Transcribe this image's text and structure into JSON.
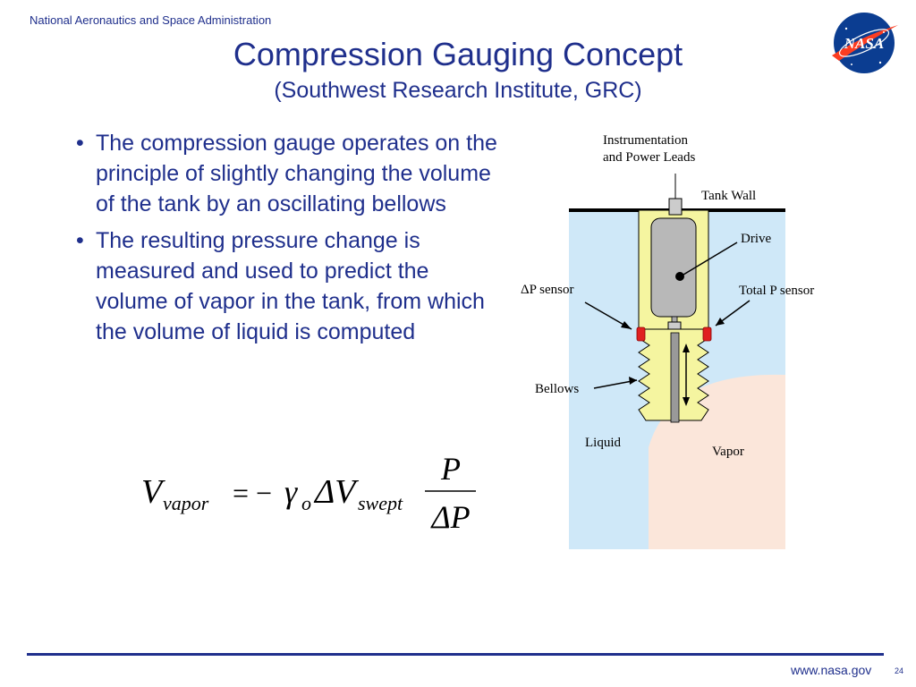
{
  "header": {
    "organization": "National Aeronautics and Space Administration",
    "logo_text": "NASA",
    "title": "Compression Gauging Concept",
    "subtitle": "(Southwest Research Institute, GRC)"
  },
  "bullets": [
    "The compression gauge operates on the principle of slightly changing the volume of the tank by an oscillating bellows",
    "The resulting pressure change is measured and used to predict the volume of vapor in the tank, from which the volume of liquid is computed"
  ],
  "bullet_symbol": "•",
  "equation": {
    "lhs_symbol": "V",
    "lhs_subscript": "vapor",
    "equals": "= −",
    "gamma": "γ",
    "gamma_subscript": "o",
    "delta_v": "ΔV",
    "delta_v_subscript": "swept",
    "numerator": "P",
    "denominator": "ΔP"
  },
  "diagram": {
    "labels": {
      "instrumentation_line1": "Instrumentation",
      "instrumentation_line2": "and Power Leads",
      "tank_wall": "Tank Wall",
      "drive": "Drive",
      "dp_sensor": "ΔP sensor",
      "total_p_sensor": "Total P sensor",
      "bellows": "Bellows",
      "liquid": "Liquid",
      "vapor": "Vapor"
    },
    "colors": {
      "tank_fill": "#cfe8f8",
      "vapor_fill": "#fbe6da",
      "gauge_fill": "#f5f5a0",
      "drive_fill": "#b8b8b8",
      "sensor_fill": "#e02020"
    }
  },
  "footer": {
    "url": "www.nasa.gov",
    "page_number": "24"
  }
}
